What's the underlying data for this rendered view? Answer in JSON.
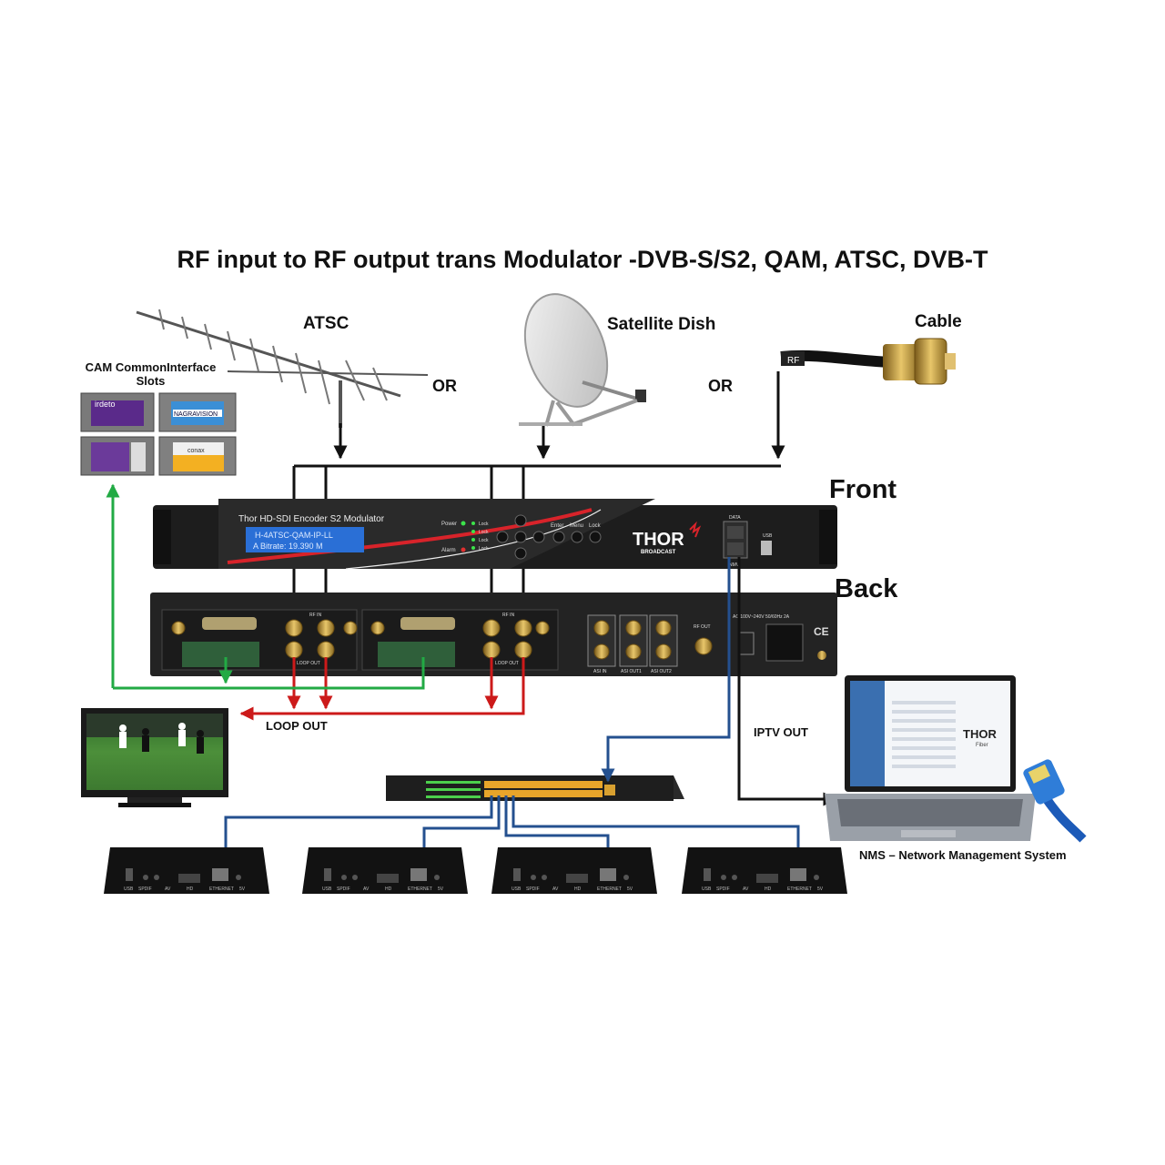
{
  "title": "RF input to RF output trans Modulator -DVB-S/S2, QAM, ATSC, DVB-T",
  "sources": {
    "atsc": "ATSC",
    "satellite": "Satellite Dish",
    "cable": "Cable",
    "or_left": "OR",
    "or_right": "OR",
    "rf_tag": "RF"
  },
  "cam": {
    "label_line1": "CAM CommonInterface",
    "label_line2": "Slots",
    "cards": [
      "irdeto",
      "NAGRAVISION",
      "",
      "conax"
    ]
  },
  "device": {
    "front_label": "Front",
    "back_label": "Back",
    "model_name": "Thor HD-SDI Encoder S2 Modulator",
    "lcd_line1": "H-4ATSC-QAM-IP-LL",
    "lcd_line2": "A Bitrate: 19.390 M",
    "leds": [
      "Power",
      "Alarm"
    ],
    "lock_labels": [
      "Lock",
      "Lock",
      "Lock",
      "Lock"
    ],
    "buttons": [
      "Enter",
      "Menu",
      "Lock"
    ],
    "brand": "THOR",
    "brand_sub": "BROADCAST",
    "data_label": "DATA",
    "usb_label": "USB",
    "nmv_label": "NMV",
    "rf_in": "RF IN",
    "loop_out_small": "LOOP OUT",
    "asi_in": "ASI IN",
    "asi_out1": "ASI OUT1",
    "asi_out2": "ASI OUT2",
    "rf_out": "RF OUT",
    "power_spec": "AC 100V~240V 50/60Hz 2A",
    "ce": "CE"
  },
  "outputs": {
    "loop_out": "LOOP OUT",
    "iptv_out": "IPTV OUT",
    "nms": "NMS – Network Management System",
    "laptop_brand": "THOR",
    "laptop_brand_sub": "Fiber"
  },
  "stb_port_labels": [
    "USB",
    "SPDIF",
    "AV",
    "HD",
    "ETHERNET",
    "5V"
  ],
  "colors": {
    "arrow_black": "#111111",
    "arrow_red": "#cc1a1a",
    "arrow_green": "#22aa44",
    "arrow_blue": "#24508f",
    "device_body": "#1d1d1d",
    "lcd": "#2a6fd6",
    "brand_red": "#d8232a"
  }
}
